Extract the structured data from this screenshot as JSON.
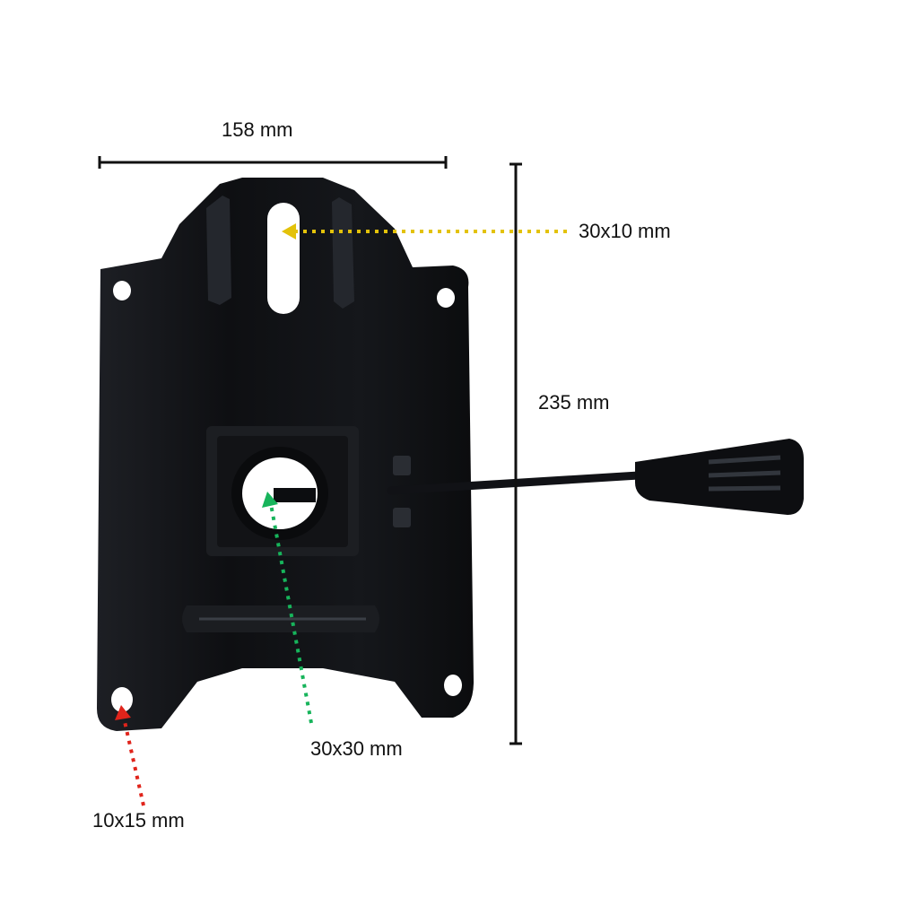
{
  "photo": {
    "subject_icon": "chair-tilt-mechanism-plate",
    "plate_color": "#101114",
    "background_color": "#ffffff"
  },
  "dimensions": {
    "width": {
      "label": "158 mm",
      "color": "#111111"
    },
    "height": {
      "label": "235 mm",
      "color": "#111111"
    },
    "top_slot": {
      "label": "30x10 mm",
      "color": "#e3c20a"
    },
    "center_hole": {
      "label": "30x30 mm",
      "color": "#17b45b"
    },
    "corner_hole": {
      "label": "10x15 mm",
      "color": "#e0241b"
    }
  }
}
